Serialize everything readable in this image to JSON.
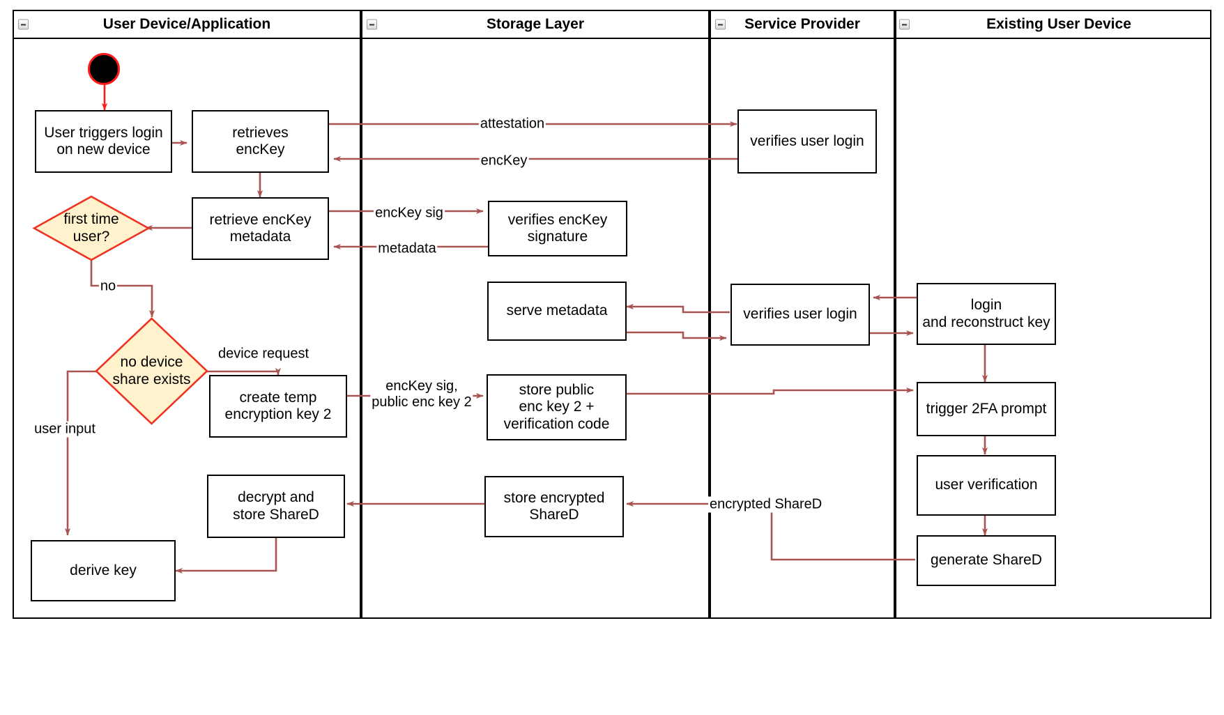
{
  "diagram": {
    "title": "Key recovery / new-device login activity diagram",
    "type": "uml-activity-swimlane",
    "colors": {
      "edge": "#a85450",
      "start_border": "#ff1a1a",
      "start_fill": "#000000",
      "decision_fill": "#fff2cc",
      "decision_border": "#ee3322",
      "node_border": "#000000",
      "node_fill": "#ffffff",
      "lane_border": "#000000"
    }
  },
  "lanes": [
    {
      "id": "lane-user-device",
      "title": "User Device/Application"
    },
    {
      "id": "lane-storage",
      "title": "Storage Layer"
    },
    {
      "id": "lane-service",
      "title": "Service Provider"
    },
    {
      "id": "lane-existing-device",
      "title": "Existing User Device"
    }
  ],
  "nodes": [
    {
      "id": "n-user-triggers",
      "lane": "lane-user-device",
      "label": "User triggers login\non new device"
    },
    {
      "id": "n-retrieves-enckey",
      "lane": "lane-user-device",
      "label": "retrieves\nencKey"
    },
    {
      "id": "n-retrieve-meta",
      "lane": "lane-user-device",
      "label": "retrieve encKey\nmetadata"
    },
    {
      "id": "n-create-temp-key",
      "lane": "lane-user-device",
      "label": "create temp\nencryption key 2"
    },
    {
      "id": "n-decrypt-store",
      "lane": "lane-user-device",
      "label": "decrypt and\nstore ShareD"
    },
    {
      "id": "n-derive-key",
      "lane": "lane-user-device",
      "label": "derive key"
    },
    {
      "id": "n-verify-sig",
      "lane": "lane-storage",
      "label": "verifies encKey\nsignature"
    },
    {
      "id": "n-serve-metadata",
      "lane": "lane-storage",
      "label": "serve metadata"
    },
    {
      "id": "n-store-public",
      "lane": "lane-storage",
      "label": "store public\nenc key 2 +\nverification code"
    },
    {
      "id": "n-store-enc-shared",
      "lane": "lane-storage",
      "label": "store encrypted\nShareD"
    },
    {
      "id": "n-verifies-login-1",
      "lane": "lane-service",
      "label": "verifies user login"
    },
    {
      "id": "n-verifies-login-2",
      "lane": "lane-service",
      "label": "verifies user login"
    },
    {
      "id": "n-login-recon",
      "lane": "lane-existing-device",
      "label": "login\nand reconstruct key"
    },
    {
      "id": "n-trigger-2fa",
      "lane": "lane-existing-device",
      "label": "trigger 2FA prompt"
    },
    {
      "id": "n-user-verify",
      "lane": "lane-existing-device",
      "label": "user verification"
    },
    {
      "id": "n-generate-shared",
      "lane": "lane-existing-device",
      "label": "generate ShareD"
    }
  ],
  "decisions": [
    {
      "id": "d-first-time",
      "lane": "lane-user-device",
      "label": "first time\nuser?"
    },
    {
      "id": "d-no-device",
      "lane": "lane-user-device",
      "label": "no device\nshare exists"
    }
  ],
  "start_node": {
    "id": "start-node",
    "label": "initial node"
  },
  "edge_labels": [
    {
      "id": "lbl-attestation",
      "text": "attestation"
    },
    {
      "id": "lbl-enckey",
      "text": "encKey"
    },
    {
      "id": "lbl-enckey-sig",
      "text": "encKey sig"
    },
    {
      "id": "lbl-metadata",
      "text": "metadata"
    },
    {
      "id": "lbl-no",
      "text": "no"
    },
    {
      "id": "lbl-device-request",
      "text": "device request"
    },
    {
      "id": "lbl-user-input",
      "text": "user input"
    },
    {
      "id": "lbl-enckey-sig-pub",
      "text": "encKey sig,\npublic enc key 2"
    },
    {
      "id": "lbl-encrypted-shared",
      "text": "encrypted ShareD"
    }
  ],
  "icons": {
    "collapse": "minus-box-icon"
  }
}
